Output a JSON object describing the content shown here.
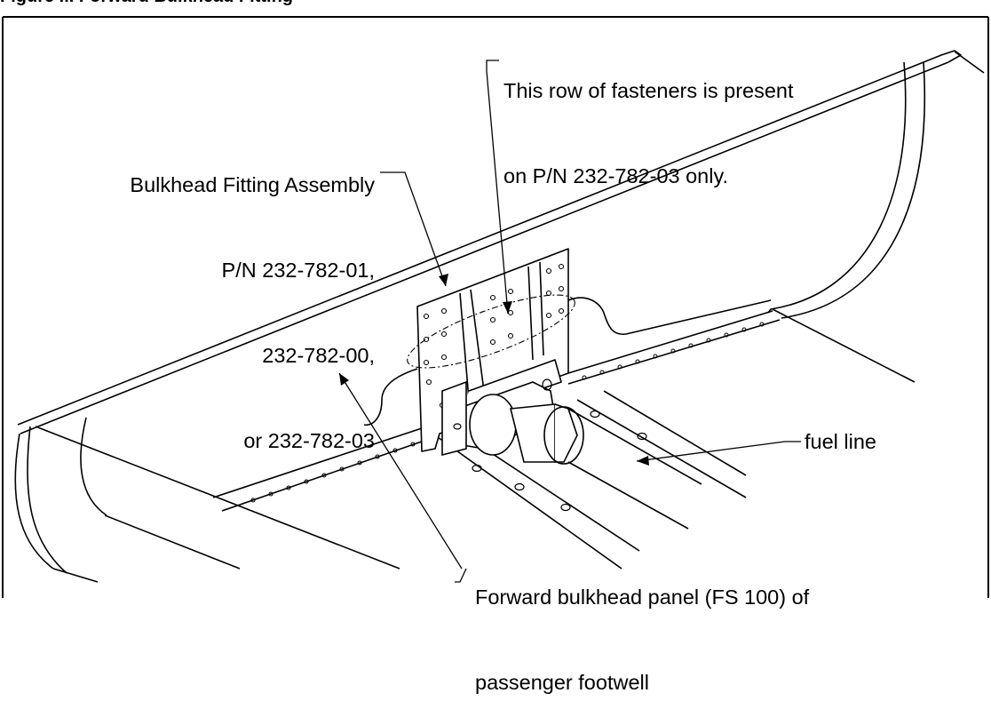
{
  "caption_fragment": "Figure ... Forward Bulkhead Fitting",
  "callouts": {
    "fasteners": {
      "line1": "This row of fasteners is present",
      "line2": "on P/N 232-782-03 only."
    },
    "bulkhead_fitting": {
      "line1": "Bulkhead Fitting Assembly",
      "line2": "P/N 232-782-01,",
      "line3": "232-782-00,",
      "line4": "or 232-782-03"
    },
    "fuel_line": "fuel line",
    "forward_panel": {
      "line1": "Forward bulkhead panel (FS 100) of",
      "line2": "passenger footwell"
    }
  }
}
